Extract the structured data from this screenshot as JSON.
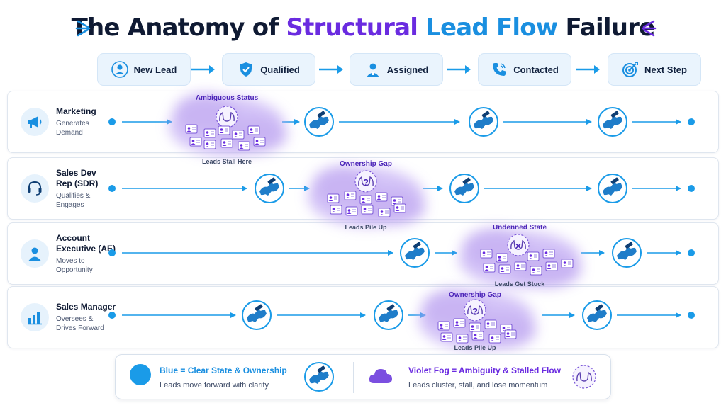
{
  "title": {
    "part1": "The Anatomy of ",
    "part2": "Structural",
    "part3": " Lead Flow",
    "part4": " Failure"
  },
  "steps": [
    {
      "label": "New Lead",
      "icon": "person-icon"
    },
    {
      "label": "Qualified",
      "icon": "shield-check-icon"
    },
    {
      "label": "Assigned",
      "icon": "user-badge-icon"
    },
    {
      "label": "Contacted",
      "icon": "phone-icon"
    },
    {
      "label": "Next Step",
      "icon": "target-icon"
    }
  ],
  "lanes": [
    {
      "name": "Marketing",
      "desc": "Generates\nDemand",
      "icon": "megaphone-icon"
    },
    {
      "name": "Sales Dev\nRep (SDR)",
      "desc": "Qualifies &\nEngages",
      "icon": "headset-icon"
    },
    {
      "name": "Account\nExecutive (AE)",
      "desc": "Moves to\nOpportunity",
      "icon": "person-icon"
    },
    {
      "name": "Sales Manager",
      "desc": "Oversees &\nDrives Forward",
      "icon": "bar-chart-icon"
    }
  ],
  "fogs": [
    {
      "label": "Ambiguous Status",
      "sub": "Leads Stall Here",
      "symbol": ""
    },
    {
      "label": "Ownership Gap",
      "sub": "Leads Pile Up",
      "symbol": "?"
    },
    {
      "label": "Undenned State",
      "sub": "Leads Get Stuck",
      "symbol": "×"
    },
    {
      "label": "Ownership Gap",
      "sub": "Leads Pile Up",
      "symbol": "?"
    }
  ],
  "legend": {
    "blue_key": "Blue",
    "blue_rest": " = Clear State & Ownership",
    "blue_desc": "Leads move forward with clarity",
    "violet_key": "Violet Fog",
    "violet_rest": " = Ambiguity & Stalled Flow",
    "violet_desc": "Leads cluster, stall, and lose momentum"
  },
  "colors": {
    "blue": "#1a9be8",
    "violet": "#6a2be0",
    "fog": "#b79cf0",
    "navy": "#0f1a33"
  }
}
